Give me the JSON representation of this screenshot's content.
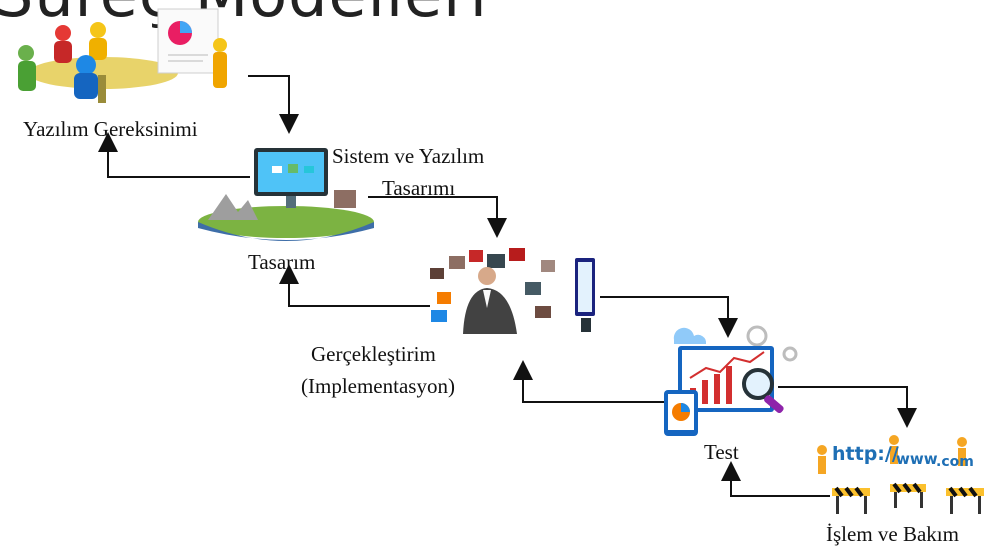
{
  "title": "Süreç Modelleri",
  "stages": {
    "requirements": "Yazılım Gereksinimi",
    "design_phase": "Sistem ve Yazılım",
    "design_phase_2": "Tasarımı",
    "design_caption": "Tasarım",
    "implementation": "Gerçekleştirim",
    "implementation_2": "(Implementasyon)",
    "test": "Test",
    "maintenance": "İşlem ve Bakım"
  },
  "illustrations": {
    "meeting": "meeting-icon",
    "design": "design-landscape-icon",
    "implementation": "businessman-screens-icon",
    "test": "analytics-magnifier-icon",
    "maintenance": "web-construction-icon",
    "web_words": [
      "http://",
      "www",
      ".com"
    ]
  },
  "colors": {
    "arrow": "#111111",
    "accent_red": "#c62828",
    "accent_blue": "#1e6fb5"
  }
}
